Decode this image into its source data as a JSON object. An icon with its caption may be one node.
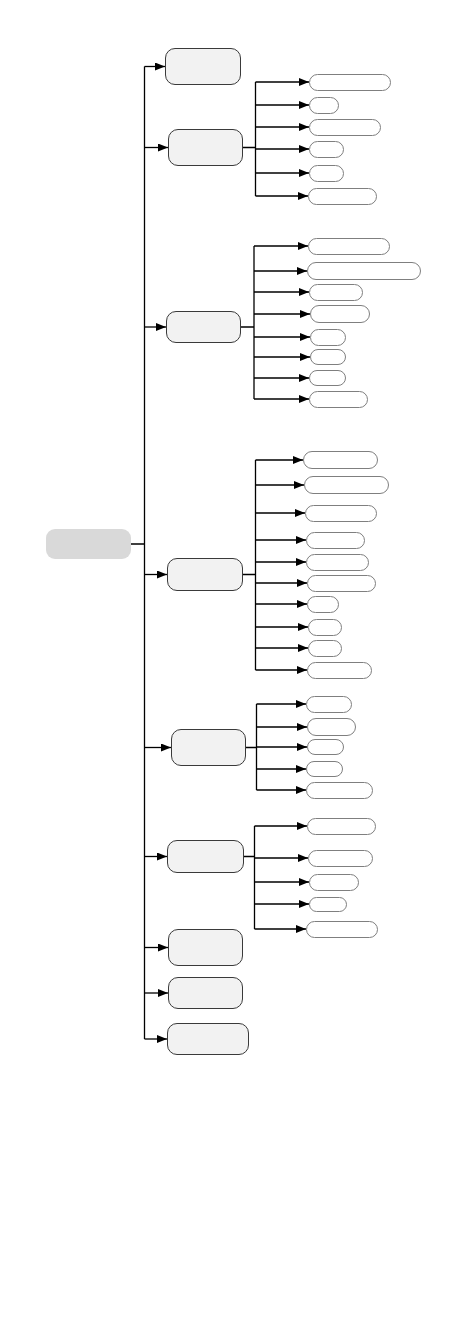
{
  "diagram": {
    "nodes": [
      {
        "text": [],
        "shape": "box"
      },
      {
        "text": [],
        "shape": "box"
      },
      {
        "text": [],
        "shape": "box"
      },
      {
        "text": [],
        "shape": "box"
      },
      {
        "text": [],
        "shape": "box"
      },
      {
        "text": [],
        "shape": "box"
      },
      {
        "text": [],
        "shape": "box"
      },
      {
        "text": [],
        "shape": "box"
      },
      {
        "text": [],
        "shape": "box"
      },
      {
        "text": [],
        "shape": "box"
      },
      {
        "text": [],
        "shape": "box"
      },
      {
        "text": [],
        "shape": "box"
      },
      {
        "text": [],
        "shape": "box"
      },
      {
        "text": [],
        "shape": "box"
      },
      {
        "text": [],
        "shape": "box"
      },
      {
        "text": [],
        "shape": "box"
      },
      {
        "text": [],
        "shape": "box"
      },
      {
        "text": [],
        "shape": "box"
      },
      {
        "text": [],
        "shape": "box"
      },
      {
        "text": [],
        "shape": "box"
      },
      {
        "text": [],
        "shape": "box"
      },
      {
        "text": [],
        "shape": "box"
      },
      {
        "text": [],
        "shape": "box"
      },
      {
        "text": [],
        "shape": "box"
      },
      {
        "text": [],
        "shape": "box"
      },
      {
        "text": [],
        "shape": "box"
      },
      {
        "text": [],
        "shape": "box"
      },
      {
        "text": [],
        "shape": "box"
      },
      {
        "text": [],
        "shape": "box"
      },
      {
        "text": [],
        "shape": "box"
      },
      {
        "text": [],
        "shape": "box"
      },
      {
        "text": [],
        "shape": "box"
      },
      {
        "text": [],
        "shape": "box"
      },
      {
        "text": [],
        "shape": "box"
      },
      {
        "text": [],
        "shape": "box"
      },
      {
        "text": [],
        "shape": "box"
      },
      {
        "text": [],
        "shape": "box"
      },
      {
        "text": [],
        "shape": "box"
      },
      {
        "text": [],
        "shape": "box"
      },
      {
        "text": [],
        "shape": "box"
      },
      {
        "text": [],
        "shape": "box"
      },
      {
        "text": [],
        "shape": "box"
      },
      {
        "text": [],
        "shape": "box"
      },
      {
        "text": [],
        "shape": "box"
      }
    ],
    "edges": [
      {
        "from": 0,
        "to": 1,
        "arrow": "to"
      },
      {
        "from": 0,
        "to": 2,
        "arrow": "to"
      },
      {
        "from": 0,
        "to": 9,
        "arrow": "to"
      },
      {
        "from": 0,
        "to": 18,
        "arrow": "to"
      },
      {
        "from": 0,
        "to": 29,
        "arrow": "to"
      },
      {
        "from": 0,
        "to": 35,
        "arrow": "to"
      },
      {
        "from": 0,
        "to": 41,
        "arrow": "to"
      },
      {
        "from": 0,
        "to": 42,
        "arrow": "to"
      },
      {
        "from": 0,
        "to": 43,
        "arrow": "to"
      },
      {
        "from": 2,
        "to": 3,
        "arrow": "to"
      },
      {
        "from": 2,
        "to": 4,
        "arrow": "to"
      },
      {
        "from": 2,
        "to": 5,
        "arrow": "to"
      },
      {
        "from": 2,
        "to": 6,
        "arrow": "to"
      },
      {
        "from": 2,
        "to": 7,
        "arrow": "to"
      },
      {
        "from": 2,
        "to": 8,
        "arrow": "to"
      },
      {
        "from": 9,
        "to": 10,
        "arrow": "to"
      },
      {
        "from": 9,
        "to": 11,
        "arrow": "to"
      },
      {
        "from": 9,
        "to": 12,
        "arrow": "to"
      },
      {
        "from": 9,
        "to": 13,
        "arrow": "to"
      },
      {
        "from": 9,
        "to": 14,
        "arrow": "to"
      },
      {
        "from": 9,
        "to": 15,
        "arrow": "to"
      },
      {
        "from": 9,
        "to": 16,
        "arrow": "to"
      },
      {
        "from": 9,
        "to": 17,
        "arrow": "to"
      },
      {
        "from": 18,
        "to": 19,
        "arrow": "to"
      },
      {
        "from": 18,
        "to": 20,
        "arrow": "to"
      },
      {
        "from": 18,
        "to": 21,
        "arrow": "to"
      },
      {
        "from": 18,
        "to": 22,
        "arrow": "to"
      },
      {
        "from": 18,
        "to": 23,
        "arrow": "to"
      },
      {
        "from": 18,
        "to": 24,
        "arrow": "to"
      },
      {
        "from": 18,
        "to": 25,
        "arrow": "to"
      },
      {
        "from": 18,
        "to": 26,
        "arrow": "to"
      },
      {
        "from": 18,
        "to": 27,
        "arrow": "to"
      },
      {
        "from": 18,
        "to": 28,
        "arrow": "to"
      },
      {
        "from": 29,
        "to": 30,
        "arrow": "to"
      },
      {
        "from": 29,
        "to": 31,
        "arrow": "to"
      },
      {
        "from": 29,
        "to": 32,
        "arrow": "to"
      },
      {
        "from": 29,
        "to": 33,
        "arrow": "to"
      },
      {
        "from": 29,
        "to": 34,
        "arrow": "to"
      },
      {
        "from": 35,
        "to": 36,
        "arrow": "to"
      },
      {
        "from": 35,
        "to": 37,
        "arrow": "to"
      },
      {
        "from": 35,
        "to": 38,
        "arrow": "to"
      },
      {
        "from": 35,
        "to": 39,
        "arrow": "to"
      },
      {
        "from": 35,
        "to": 40,
        "arrow": "to"
      }
    ]
  }
}
